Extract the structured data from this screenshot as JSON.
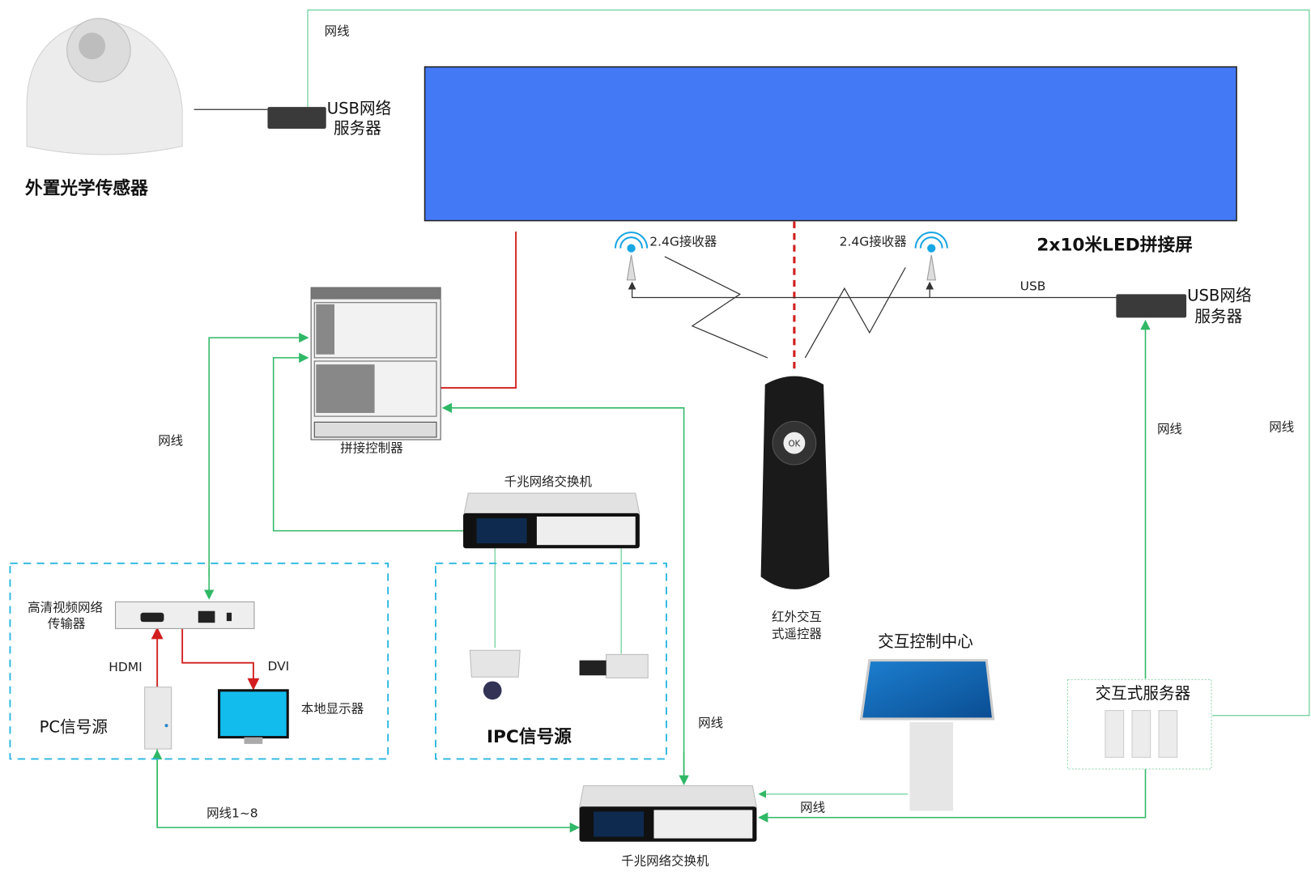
{
  "diagram": {
    "led_screen": {
      "label": "2x10米LED拼接屏",
      "color": "#4479f6"
    },
    "sensor": {
      "label": "外置光学传感器"
    },
    "usb_server_top": {
      "line1": "USB网络",
      "line2": "服务器"
    },
    "usb_server_right": {
      "line1": "USB网络",
      "line2": "服务器"
    },
    "receiver_left": {
      "label": "2.4G接收器"
    },
    "receiver_right": {
      "label": "2.4G接收器"
    },
    "usb_label": "USB",
    "splice_controller": {
      "label": "拼接控制器"
    },
    "switch_top": {
      "label": "千兆网络交换机"
    },
    "switch_bottom": {
      "label": "千兆网络交换机"
    },
    "remote": {
      "line1": "红外交互",
      "line2": "式遥控器",
      "ok": "OK"
    },
    "encoder": {
      "line1": "高清视频网络",
      "line2": "传输器"
    },
    "pc_group": {
      "title": "PC信号源",
      "hdmi": "HDMI",
      "dvi": "DVI",
      "monitor": "本地显示器"
    },
    "ipc_group": {
      "title": "IPC信号源"
    },
    "control_center": {
      "label": "交互控制中心"
    },
    "interactive_server": {
      "label": "交互式服务器"
    },
    "cables": {
      "top": "网线",
      "left": "网线",
      "right_inner": "网线",
      "right_outer": "网线",
      "middle": "网线",
      "bottom": "网线",
      "pc_bottom": "网线1~8"
    },
    "colors": {
      "network": "#2fb866",
      "video": "#d21e1e",
      "group_border": "#29b6e0"
    }
  }
}
